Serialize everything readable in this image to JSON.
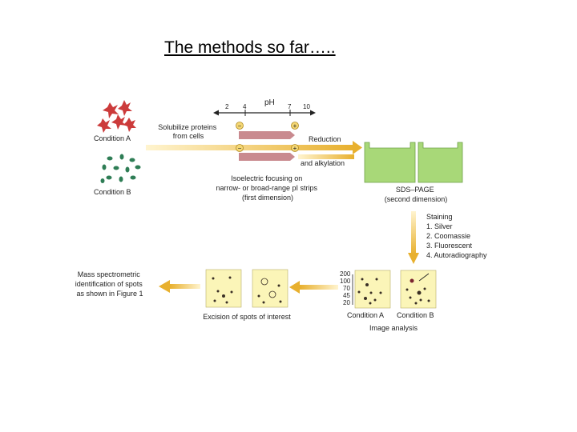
{
  "title": "The methods so far…..",
  "diagram": {
    "ph_axis": {
      "label": "pH",
      "ticks": [
        "2",
        "4",
        "7",
        "10"
      ]
    },
    "strip_signs": {
      "negative": "−",
      "positive": "+"
    },
    "cells": {
      "condition_a": "Condition A",
      "condition_b": "Condition B"
    },
    "step_solubilize": [
      "Solubilize proteins",
      "from cells"
    ],
    "step_reduction": [
      "Reduction",
      "and alkylation"
    ],
    "step_ief": [
      "Isoelectric focusing on",
      "narrow- or broad-range pI strips",
      "(first dimension)"
    ],
    "step_sds": [
      "SDS–PAGE",
      "(second dimension)"
    ],
    "staining": [
      "Staining",
      "1. Silver",
      "2. Coomassie",
      "3. Fluorescent",
      "4. Autoradiography"
    ],
    "mw_ladder": [
      "200",
      "100",
      "70",
      "45",
      "20"
    ],
    "gel_labels": {
      "condition_a": "Condition A",
      "condition_b": "Condition B"
    },
    "step_image_analysis": "Image analysis",
    "step_excision": "Excision of spots of interest",
    "step_mass_spec": [
      "Mass spectrometric",
      "identification of spots",
      "as shown in Figure 1"
    ],
    "colors": {
      "arrow": "#e8b02e",
      "cell_a": "#cc3b3b",
      "cell_b": "#2e7d55",
      "strip": "#c98a8f",
      "gel": "#a8d878",
      "gel_image": "#fbf5b8",
      "spot": "#3a2f25"
    }
  }
}
